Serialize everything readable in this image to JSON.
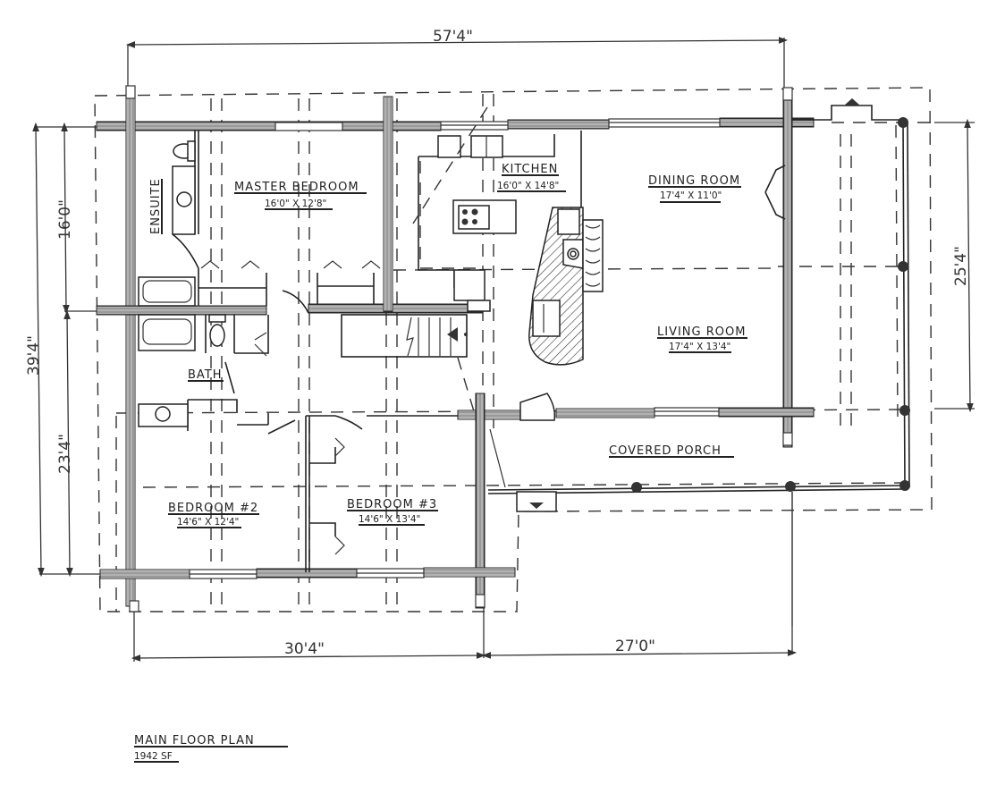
{
  "plan": {
    "title": "MAIN FLOOR PLAN",
    "area": "1942 SF"
  },
  "dimensions": {
    "overall_width": "57'4\"",
    "overall_depth": "39'4\"",
    "upper_depth": "16'0\"",
    "lower_depth": "23'4\"",
    "porch_depth": "25'4\"",
    "left_width": "30'4\"",
    "right_width": "27'0\""
  },
  "rooms": [
    {
      "name": "MASTER BEDROOM",
      "size": "16'0\" X 12'8\""
    },
    {
      "name": "KITCHEN",
      "size": "16'0\" X 14'8\""
    },
    {
      "name": "DINING ROOM",
      "size": "17'4\" X 11'0\""
    },
    {
      "name": "LIVING ROOM",
      "size": "17'4\" X 13'4\""
    },
    {
      "name": "BEDROOM #2",
      "size": "14'6\" X 12'4\""
    },
    {
      "name": "BEDROOM #3",
      "size": "14'6\" X 13'4\""
    },
    {
      "name": "COVERED PORCH",
      "size": ""
    },
    {
      "name": "ENSUITE",
      "size": ""
    },
    {
      "name": "BATH",
      "size": ""
    }
  ],
  "colors": {
    "ink": "#222222",
    "paper": "#ffffff",
    "wall_fill": "#5a5a5a"
  }
}
